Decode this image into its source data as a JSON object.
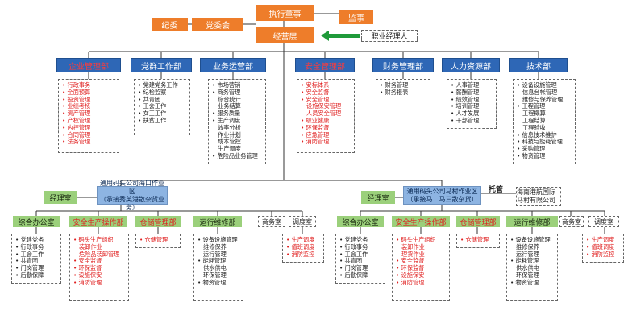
{
  "top": {
    "board": "执行董事",
    "supervisor": "监事",
    "discipline": "纪委",
    "party_committee": "党委会",
    "management": "经营层",
    "manager_label": "职业经理人"
  },
  "departments": [
    {
      "name": "企业管理部",
      "red": true,
      "items": [
        {
          "t": "行政事务",
          "r": true
        },
        {
          "t": "全面预算",
          "r": true
        },
        {
          "t": "投资管理",
          "r": true
        },
        {
          "t": "业绩考核",
          "r": true
        },
        {
          "t": "资产管理",
          "r": true
        },
        {
          "t": "产权管理",
          "r": true
        },
        {
          "t": "内控管理",
          "r": true
        },
        {
          "t": "合同管理",
          "r": true
        },
        {
          "t": "法务管理",
          "r": true
        }
      ]
    },
    {
      "name": "党群工作部",
      "red": false,
      "items": [
        {
          "t": "党建党务工作"
        },
        {
          "t": "纪检监察"
        },
        {
          "t": "共青团"
        },
        {
          "t": "工会工作"
        },
        {
          "t": "女工工作"
        },
        {
          "t": "扶贫工作"
        }
      ]
    },
    {
      "name": "业务运营部",
      "red": false,
      "items": [
        {
          "t": "市场营销"
        },
        {
          "t": "商务管理"
        },
        {
          "t": "综合统计",
          "i": true
        },
        {
          "t": "业务结算",
          "i": true
        },
        {
          "t": "服务质量"
        },
        {
          "t": "生产调度"
        },
        {
          "t": "效率分析",
          "i": true
        },
        {
          "t": "作业计划",
          "i": true
        },
        {
          "t": "成本管控",
          "i": true
        },
        {
          "t": "生产调度",
          "i": true
        },
        {
          "t": "危险品业务管理"
        }
      ]
    },
    {
      "name": "安全管理部",
      "red": true,
      "items": [
        {
          "t": "安标体系",
          "r": true
        },
        {
          "t": "安全监督",
          "r": true
        },
        {
          "t": "安全管理",
          "r": true
        },
        {
          "t": "设施保安管理",
          "r": true,
          "i": true
        },
        {
          "t": "人员安全管理",
          "r": true,
          "i": true
        },
        {
          "t": "职业健康",
          "r": true
        },
        {
          "t": "环保监督",
          "r": true
        },
        {
          "t": "应急管理",
          "r": true
        },
        {
          "t": "消防管理",
          "r": true
        }
      ]
    },
    {
      "name": "财务管理部",
      "red": false,
      "items": [
        {
          "t": "财务管理"
        },
        {
          "t": "财务报表"
        }
      ]
    },
    {
      "name": "人力资源部",
      "red": false,
      "items": [
        {
          "t": "人事管理"
        },
        {
          "t": "薪酬管理"
        },
        {
          "t": "绩效管理"
        },
        {
          "t": "培训管理"
        },
        {
          "t": "人才发展"
        },
        {
          "t": "干部管理"
        }
      ]
    },
    {
      "name": "技术部",
      "red": false,
      "items": [
        {
          "t": "设备设施管理"
        },
        {
          "t": "信息台帐管理",
          "i": true
        },
        {
          "t": "维修与保养管理",
          "i": true
        },
        {
          "t": "工程管理"
        },
        {
          "t": "工程概算",
          "i": true
        },
        {
          "t": "工程结算",
          "i": true
        },
        {
          "t": "工程验收",
          "i": true
        },
        {
          "t": "信息技术维护"
        },
        {
          "t": "科技与能耗管理"
        },
        {
          "t": "采购管理"
        },
        {
          "t": "物资管理"
        }
      ]
    }
  ],
  "zones": [
    {
      "name": "通用码头公司海口作业区",
      "sub": "（承接秀英港散杂货业务）",
      "manager": "经理室",
      "units": [
        {
          "name": "综合办公室",
          "green": true,
          "items": [
            {
              "t": "党建党务"
            },
            {
              "t": "行政事务"
            },
            {
              "t": "工会工作"
            },
            {
              "t": "共青团"
            },
            {
              "t": "门岗管理"
            },
            {
              "t": "后勤保障"
            }
          ]
        },
        {
          "name": "安全生产操作部",
          "green": true,
          "red": true,
          "items": [
            {
              "t": "码头生产组织",
              "r": true
            },
            {
              "t": "装卸作业",
              "r": true,
              "i": true
            },
            {
              "t": "危险品装卸管理",
              "r": true,
              "i": true
            },
            {
              "t": "安全监督",
              "r": true
            },
            {
              "t": "环保监督",
              "r": true
            },
            {
              "t": "设施保安",
              "r": true
            },
            {
              "t": "消防管理",
              "r": true
            }
          ]
        },
        {
          "name": "仓储管理部",
          "green": true,
          "red": true,
          "items": [
            {
              "t": "仓储管理",
              "r": true
            }
          ]
        },
        {
          "name": "运行维修部",
          "green": true,
          "items": [
            {
              "t": "设备设施管理"
            },
            {
              "t": "维修保养",
              "i": true
            },
            {
              "t": "运行管理",
              "i": true
            },
            {
              "t": "能耗管理"
            },
            {
              "t": "供水供电",
              "i": true
            },
            {
              "t": "环保管理",
              "i": true
            },
            {
              "t": "物资管理"
            }
          ]
        },
        {
          "name": "商务室",
          "green": false,
          "items": []
        },
        {
          "name": "调度室",
          "green": false,
          "items": [
            {
              "t": "生产调度",
              "r": true
            },
            {
              "t": "值班调度",
              "r": true
            },
            {
              "t": "消防监控",
              "r": true
            }
          ]
        }
      ]
    },
    {
      "name": "通用码头公司马村作业区",
      "sub": "（承接马二马三散杂货）",
      "manager": "经理室",
      "units": [
        {
          "name": "综合办公室",
          "green": true,
          "items": [
            {
              "t": "党建党务"
            },
            {
              "t": "行政事务"
            },
            {
              "t": "工会工作"
            },
            {
              "t": "共青团"
            },
            {
              "t": "门岗管理"
            },
            {
              "t": "后勤保障"
            }
          ]
        },
        {
          "name": "安全生产操作部",
          "green": true,
          "red": true,
          "items": [
            {
              "t": "码头生产组织",
              "r": true
            },
            {
              "t": "装卸作业",
              "r": true,
              "i": true
            },
            {
              "t": "理货作业",
              "r": true,
              "i": true
            },
            {
              "t": "安全监督",
              "r": true
            },
            {
              "t": "环保监督",
              "r": true
            },
            {
              "t": "设施保安",
              "r": true
            },
            {
              "t": "消防管理",
              "r": true
            }
          ]
        },
        {
          "name": "仓储管理部",
          "green": true,
          "red": true,
          "items": [
            {
              "t": "仓储管理",
              "r": true
            }
          ]
        },
        {
          "name": "运行维修部",
          "green": true,
          "items": [
            {
              "t": "设备设施管理"
            },
            {
              "t": "维修保养",
              "i": true
            },
            {
              "t": "运行管理",
              "i": true
            },
            {
              "t": "能耗管理"
            },
            {
              "t": "供水供电",
              "i": true
            },
            {
              "t": "环保管理",
              "i": true
            },
            {
              "t": "物资管理"
            }
          ]
        },
        {
          "name": "商务室",
          "green": false,
          "items": []
        },
        {
          "name": "调度室",
          "green": false,
          "items": [
            {
              "t": "生产调度",
              "r": true
            },
            {
              "t": "值班调度",
              "r": true
            },
            {
              "t": "消防监控",
              "r": true
            }
          ]
        }
      ]
    }
  ],
  "trust": {
    "label": "托管",
    "company": "海南港航国际马村有限公司"
  }
}
